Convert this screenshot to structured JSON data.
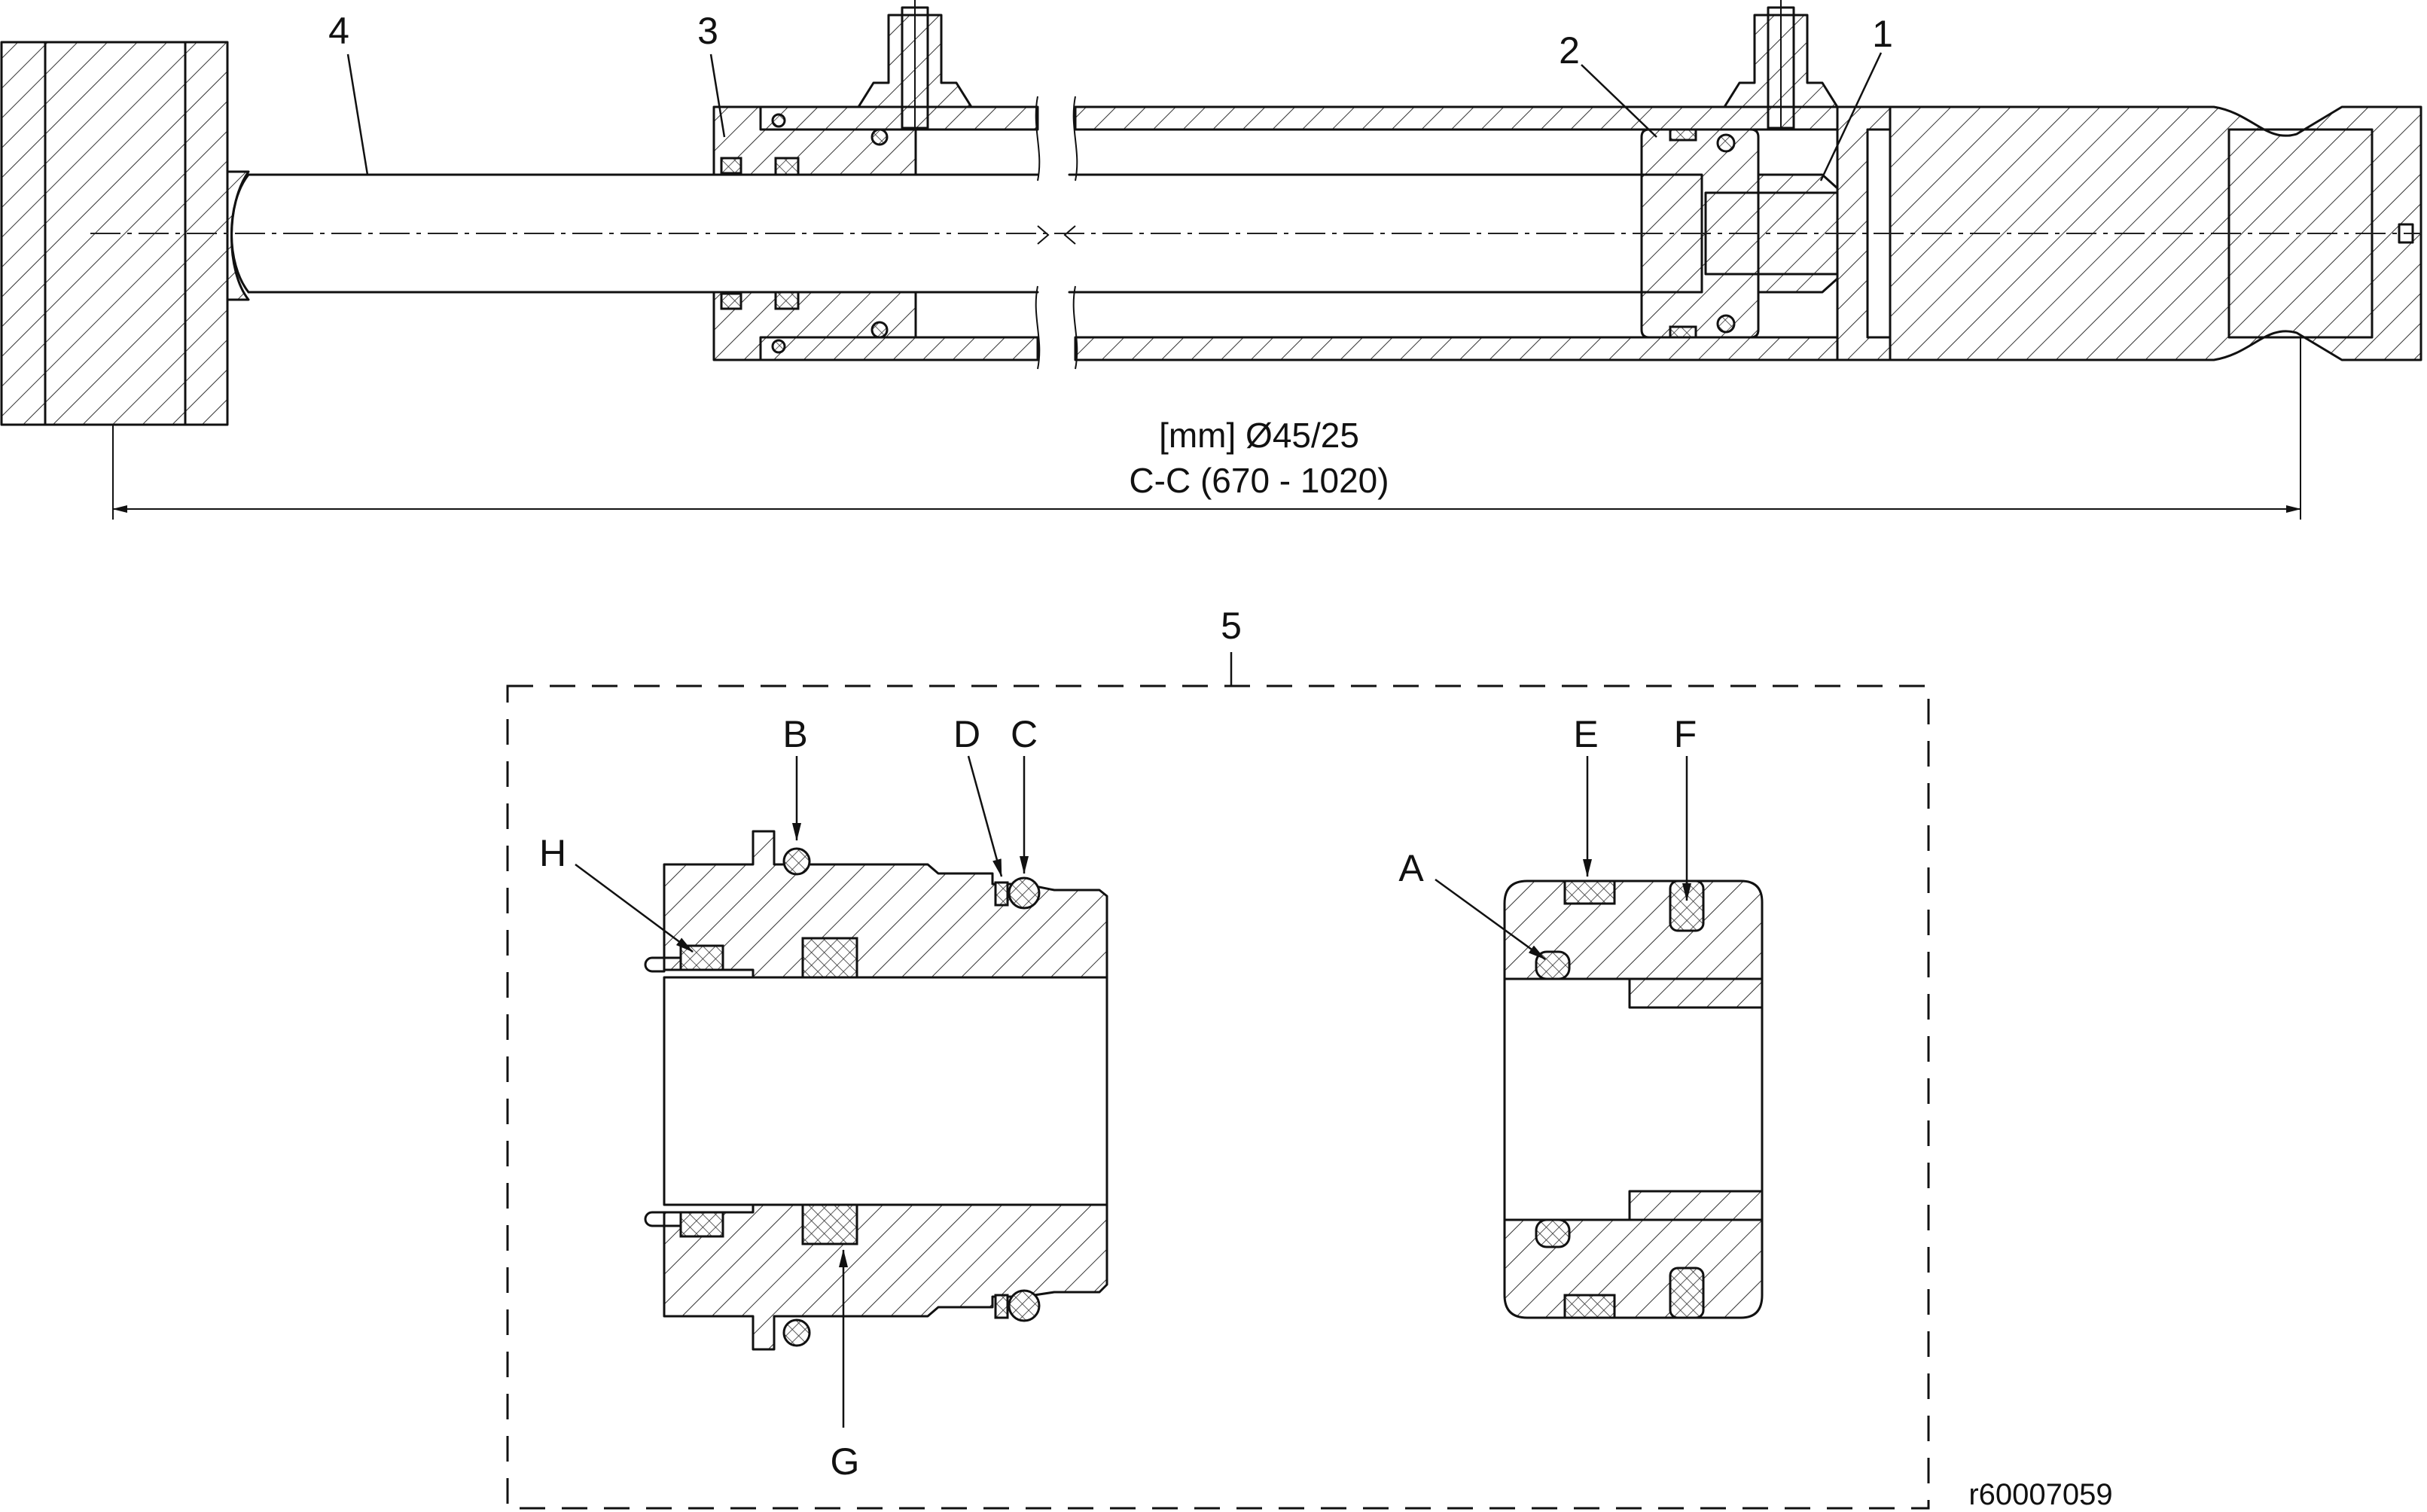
{
  "figure": {
    "callouts_top": [
      "4",
      "3",
      "2",
      "1"
    ],
    "dimension_line1": "[mm] Ø45/25",
    "dimension_line2": "C-C (670 - 1020)",
    "detail_callout": "5",
    "detail_letters": [
      "B",
      "D",
      "C",
      "H",
      "G",
      "E",
      "F",
      "A"
    ],
    "drawing_code": "r60007059"
  }
}
